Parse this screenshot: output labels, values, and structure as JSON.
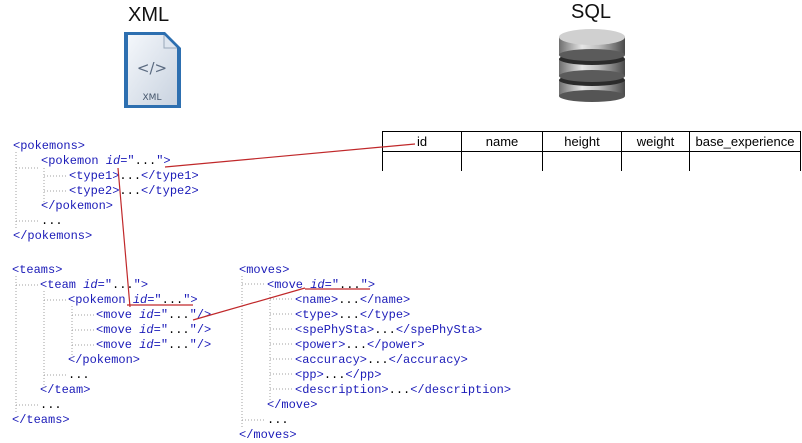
{
  "titles": {
    "xml": "XML",
    "sql": "SQL"
  },
  "xml_icon_label": "XML",
  "xml_icon_glyph": "</>",
  "sql_table": {
    "columns": [
      "id",
      "name",
      "height",
      "weight",
      "base_experience"
    ]
  },
  "pokemons_block": [
    {
      "indent": 0,
      "parts": [
        {
          "c": "tag",
          "t": "<pokemons>"
        }
      ]
    },
    {
      "indent": 1,
      "parts": [
        {
          "c": "tag",
          "t": "<pokemon "
        },
        {
          "c": "attr",
          "t": "id"
        },
        {
          "c": "val",
          "t": "=\""
        },
        {
          "c": "txt",
          "t": "..."
        },
        {
          "c": "val",
          "t": "\">"
        }
      ]
    },
    {
      "indent": 2,
      "parts": [
        {
          "c": "tag",
          "t": "<type1>"
        },
        {
          "c": "txt",
          "t": "..."
        },
        {
          "c": "tag",
          "t": "</type1>"
        }
      ]
    },
    {
      "indent": 2,
      "parts": [
        {
          "c": "tag",
          "t": "<type2>"
        },
        {
          "c": "txt",
          "t": "..."
        },
        {
          "c": "tag",
          "t": "</type2>"
        }
      ]
    },
    {
      "indent": 1,
      "parts": [
        {
          "c": "tag",
          "t": "</pokemon>"
        }
      ]
    },
    {
      "indent": 1,
      "parts": [
        {
          "c": "txt",
          "t": "..."
        }
      ]
    },
    {
      "indent": 0,
      "parts": [
        {
          "c": "tag",
          "t": "</pokemons>"
        }
      ]
    }
  ],
  "teams_block": [
    {
      "indent": 0,
      "parts": [
        {
          "c": "tag",
          "t": "<teams>"
        }
      ]
    },
    {
      "indent": 1,
      "parts": [
        {
          "c": "tag",
          "t": "<team "
        },
        {
          "c": "attr",
          "t": "id"
        },
        {
          "c": "val",
          "t": "=\""
        },
        {
          "c": "txt",
          "t": "..."
        },
        {
          "c": "val",
          "t": "\">"
        }
      ]
    },
    {
      "indent": 2,
      "parts": [
        {
          "c": "tag",
          "t": "<pokemon "
        },
        {
          "c": "attr",
          "t": "id"
        },
        {
          "c": "val",
          "t": "=\""
        },
        {
          "c": "txt",
          "t": "..."
        },
        {
          "c": "val",
          "t": "\">"
        }
      ]
    },
    {
      "indent": 3,
      "parts": [
        {
          "c": "tag",
          "t": "<move "
        },
        {
          "c": "attr",
          "t": "id"
        },
        {
          "c": "val",
          "t": "=\""
        },
        {
          "c": "txt",
          "t": "..."
        },
        {
          "c": "val",
          "t": "\"/>"
        }
      ]
    },
    {
      "indent": 3,
      "parts": [
        {
          "c": "tag",
          "t": "<move "
        },
        {
          "c": "attr",
          "t": "id"
        },
        {
          "c": "val",
          "t": "=\""
        },
        {
          "c": "txt",
          "t": "..."
        },
        {
          "c": "val",
          "t": "\"/>"
        }
      ]
    },
    {
      "indent": 3,
      "parts": [
        {
          "c": "tag",
          "t": "<move "
        },
        {
          "c": "attr",
          "t": "id"
        },
        {
          "c": "val",
          "t": "=\""
        },
        {
          "c": "txt",
          "t": "..."
        },
        {
          "c": "val",
          "t": "\"/>"
        }
      ]
    },
    {
      "indent": 2,
      "parts": [
        {
          "c": "tag",
          "t": "</pokemon>"
        }
      ]
    },
    {
      "indent": 2,
      "parts": [
        {
          "c": "txt",
          "t": "..."
        }
      ]
    },
    {
      "indent": 1,
      "parts": [
        {
          "c": "tag",
          "t": "</team>"
        }
      ]
    },
    {
      "indent": 1,
      "parts": [
        {
          "c": "txt",
          "t": "..."
        }
      ]
    },
    {
      "indent": 0,
      "parts": [
        {
          "c": "tag",
          "t": "</teams>"
        }
      ]
    }
  ],
  "moves_block": [
    {
      "indent": 0,
      "parts": [
        {
          "c": "tag",
          "t": "<moves>"
        }
      ]
    },
    {
      "indent": 1,
      "parts": [
        {
          "c": "tag",
          "t": "<move "
        },
        {
          "c": "attr",
          "t": "id"
        },
        {
          "c": "val",
          "t": "=\""
        },
        {
          "c": "txt",
          "t": "..."
        },
        {
          "c": "val",
          "t": "\">"
        }
      ]
    },
    {
      "indent": 2,
      "parts": [
        {
          "c": "tag",
          "t": "<name>"
        },
        {
          "c": "txt",
          "t": "..."
        },
        {
          "c": "tag",
          "t": "</name>"
        }
      ]
    },
    {
      "indent": 2,
      "parts": [
        {
          "c": "tag",
          "t": "<type>"
        },
        {
          "c": "txt",
          "t": "..."
        },
        {
          "c": "tag",
          "t": "</type>"
        }
      ]
    },
    {
      "indent": 2,
      "parts": [
        {
          "c": "tag",
          "t": "<spePhySta>"
        },
        {
          "c": "txt",
          "t": "..."
        },
        {
          "c": "tag",
          "t": "</spePhySta>"
        }
      ]
    },
    {
      "indent": 2,
      "parts": [
        {
          "c": "tag",
          "t": "<power>"
        },
        {
          "c": "txt",
          "t": "..."
        },
        {
          "c": "tag",
          "t": "</power>"
        }
      ]
    },
    {
      "indent": 2,
      "parts": [
        {
          "c": "tag",
          "t": "<accuracy>"
        },
        {
          "c": "txt",
          "t": "..."
        },
        {
          "c": "tag",
          "t": "</accuracy>"
        }
      ]
    },
    {
      "indent": 2,
      "parts": [
        {
          "c": "tag",
          "t": "<pp>"
        },
        {
          "c": "txt",
          "t": "..."
        },
        {
          "c": "tag",
          "t": "</pp>"
        }
      ]
    },
    {
      "indent": 2,
      "parts": [
        {
          "c": "tag",
          "t": "<description>"
        },
        {
          "c": "txt",
          "t": "..."
        },
        {
          "c": "tag",
          "t": "</description>"
        }
      ]
    },
    {
      "indent": 1,
      "parts": [
        {
          "c": "tag",
          "t": "</move>"
        }
      ]
    },
    {
      "indent": 1,
      "parts": [
        {
          "c": "txt",
          "t": "..."
        }
      ]
    },
    {
      "indent": 0,
      "parts": [
        {
          "c": "tag",
          "t": "</moves>"
        }
      ]
    }
  ],
  "colors": {
    "connector": "#c0282a",
    "tag": "#1a1ab8",
    "underline": "#c0282a"
  }
}
